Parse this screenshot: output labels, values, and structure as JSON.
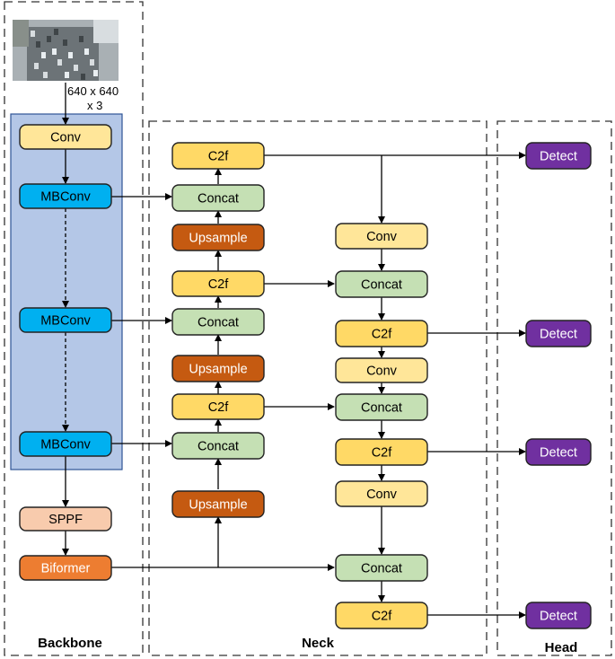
{
  "input": {
    "size_label_line1": "640 x 640",
    "size_label_line2": "x 3",
    "photo_palette": [
      "#6c7377",
      "#a9b0b4",
      "#3f4548",
      "#d8dde0",
      "#888f8a"
    ]
  },
  "sections": {
    "backbone_label": "Backbone",
    "neck_label": "Neck",
    "head_label": "Head"
  },
  "colors": {
    "backbone_fill": "#b4c7e7",
    "backbone_border": "#2f5597",
    "conv": "#ffe699",
    "c2f": "#ffd966",
    "concat": "#c5e0b4",
    "upsample": "#c55a11",
    "mbconv": "#00b0f0",
    "sppf": "#f8cbad",
    "biformer": "#ed7d31",
    "detect": "#7030a0"
  },
  "backbone": {
    "conv": "Conv",
    "mbconv_1": "MBConv",
    "mbconv_2": "MBConv",
    "mbconv_3": "MBConv",
    "sppf": "SPPF",
    "biformer": "Biformer"
  },
  "neck": {
    "c2f_top": "C2f",
    "concat_1": "Concat",
    "upsample_1": "Upsample",
    "c2f_2": "C2f",
    "concat_2": "Concat",
    "upsample_2": "Upsample",
    "c2f_3": "C2f",
    "concat_3": "Concat",
    "upsample_3": "Upsample",
    "conv_r1": "Conv",
    "concat_r1": "Concat",
    "c2f_r1": "C2f",
    "conv_r2": "Conv",
    "concat_r2": "Concat",
    "c2f_r2": "C2f",
    "conv_r3": "Conv",
    "concat_r3": "Concat",
    "c2f_r3": "C2f"
  },
  "head": {
    "detect_1": "Detect",
    "detect_2": "Detect",
    "detect_3": "Detect",
    "detect_4": "Detect"
  }
}
